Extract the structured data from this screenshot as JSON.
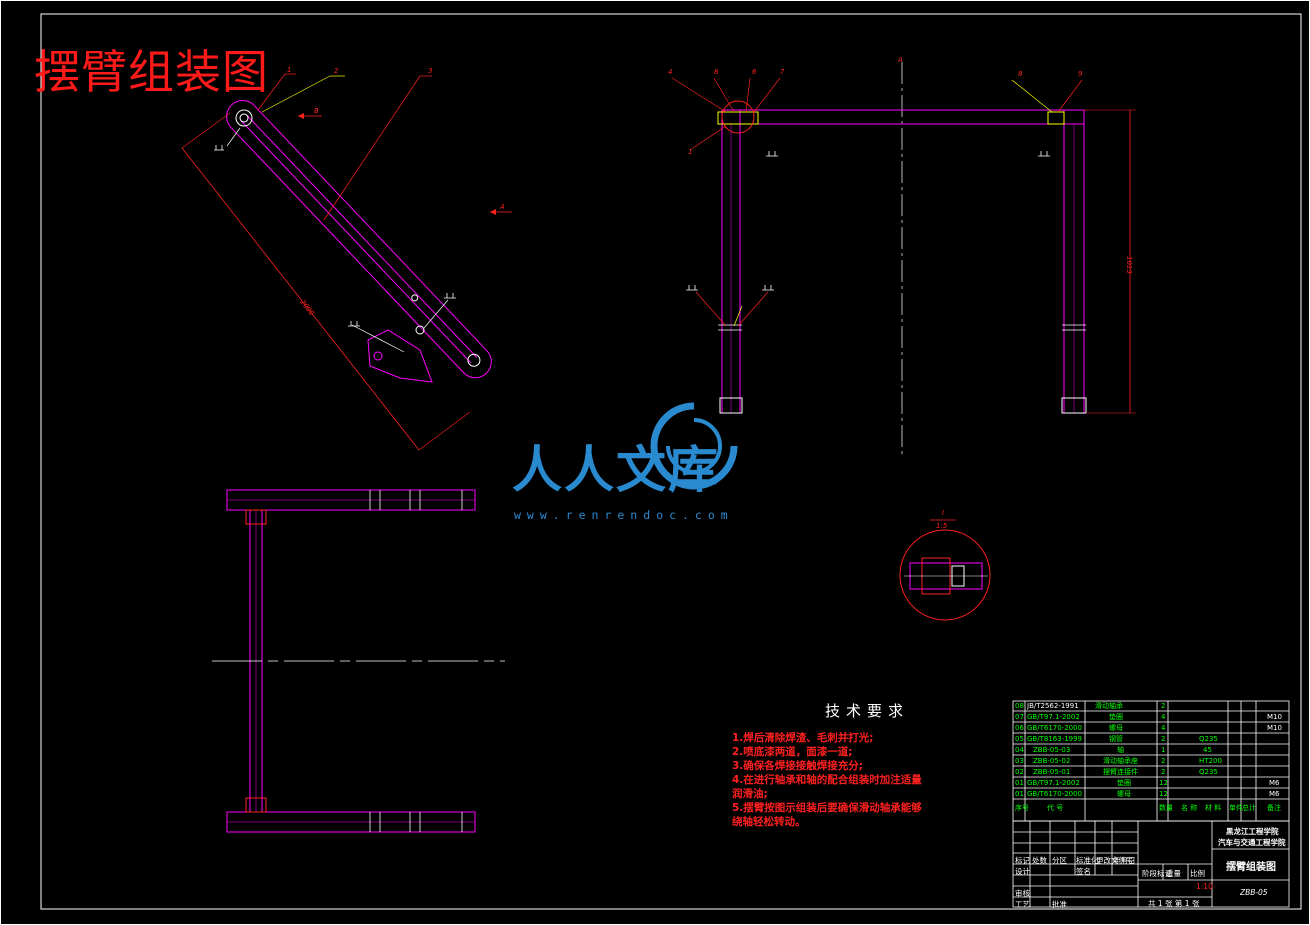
{
  "title": "摆臂组装图",
  "watermark": {
    "text": "人人文库",
    "url": "www.renrendoc.com"
  },
  "tech_requirements": {
    "heading": "技术要求",
    "items": [
      "1.焊后清除焊渣、毛刺并打光;",
      "2.喷底漆两道，面漆一道;",
      "3.确保各焊接接触焊接充分;",
      "4.在进行轴承和轴的配合组装时加注适量",
      "润滑油;",
      "5.摆臂按图示组装后要确保滑动轴承能够",
      "绕轴轻松转动。"
    ]
  },
  "part_labels": [
    "1",
    "2",
    "3",
    "4",
    "5",
    "6",
    "7",
    "8",
    "9",
    "A",
    "B"
  ],
  "dimensions": {
    "arm_length": "2000",
    "frame_height": "1013"
  },
  "detail_view": {
    "label": "I",
    "scale": "1:5"
  },
  "bom": {
    "rows": [
      {
        "no": "08",
        "code": "JB/T2562-1991",
        "name": "滑动轴承",
        "qty": "2",
        "material": "",
        "note": ""
      },
      {
        "no": "07",
        "code": "GB/T97.1-2002",
        "name": "垫圈",
        "qty": "4",
        "material": "",
        "note": "M10"
      },
      {
        "no": "06",
        "code": "GB/T6170-2000",
        "name": "螺母",
        "qty": "4",
        "material": "",
        "note": "M10"
      },
      {
        "no": "05",
        "code": "GB/T8163-1999",
        "name": "钢管",
        "qty": "2",
        "material": "Q235",
        "note": ""
      },
      {
        "no": "04",
        "code": "ZBB-05-03",
        "name": "轴",
        "qty": "1",
        "material": "45",
        "note": ""
      },
      {
        "no": "03",
        "code": "ZBB-05-02",
        "name": "滑动轴承座",
        "qty": "2",
        "material": "HT200",
        "note": ""
      },
      {
        "no": "02",
        "code": "ZBB-05-01",
        "name": "摆臂连接件",
        "qty": "2",
        "material": "Q235",
        "note": ""
      },
      {
        "no": "01",
        "code": "GB/T97.1-2002",
        "name": "垫圈",
        "qty": "12",
        "material": "",
        "note": "M6"
      },
      {
        "no": "01",
        "code": "GB/T6170-2000",
        "name": "螺母",
        "qty": "12",
        "material": "",
        "note": "M6"
      }
    ],
    "header": {
      "no": "序号",
      "code": "代  号",
      "name": "名  称",
      "qty": "数量",
      "material": "材  料",
      "unit_weight": "单件",
      "total_weight": "总计",
      "weight": "重  量",
      "note": "备注"
    }
  },
  "title_block": {
    "school": "黑龙江工程学院",
    "dept": "汽车与交通工程学院",
    "drawing_name": "摆臂组装图",
    "drawing_no": "ZBB-05",
    "scale": "1:10",
    "sheet": "共 1 张  第 1 张",
    "labels": [
      "标记",
      "处数",
      "分区",
      "更改文件号",
      "签名",
      "年月日",
      "设计",
      "标准化",
      "审核",
      "工艺",
      "批准",
      "阶段标记",
      "重量",
      "比例"
    ]
  },
  "colors": {
    "background": "#000000",
    "outline": "#ffffff",
    "part": "#ff00ff",
    "dimension": "#ff2020",
    "leader": "#ffff00",
    "centerline": "#ffffff",
    "bom_text": "#00ff00",
    "watermark": "#2a8ad0"
  }
}
